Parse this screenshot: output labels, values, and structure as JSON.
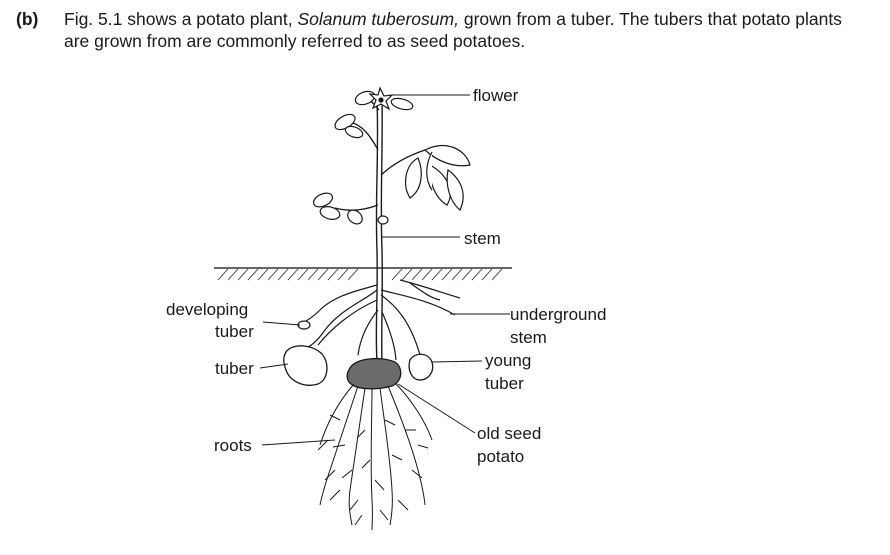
{
  "question": {
    "part_label": "(b)",
    "text_before_italic": "Fig. 5.1 shows a potato plant, ",
    "italic_name": "Solanum tuberosum,",
    "text_after_italic": " grown from a tuber. The tubers that potato plants are grown from are commonly referred to as seed potatoes."
  },
  "figure": {
    "labels": {
      "flower": "flower",
      "stem": "stem",
      "developing_tuber_line1": "developing",
      "developing_tuber_line2": "tuber",
      "underground_stem_line1": "underground",
      "underground_stem_line2": "stem",
      "tuber": "tuber",
      "young_tuber_line1": "young",
      "young_tuber_line2": "tuber",
      "roots": "roots",
      "old_seed_potato_line1": "old seed",
      "old_seed_potato_line2": "potato"
    }
  }
}
